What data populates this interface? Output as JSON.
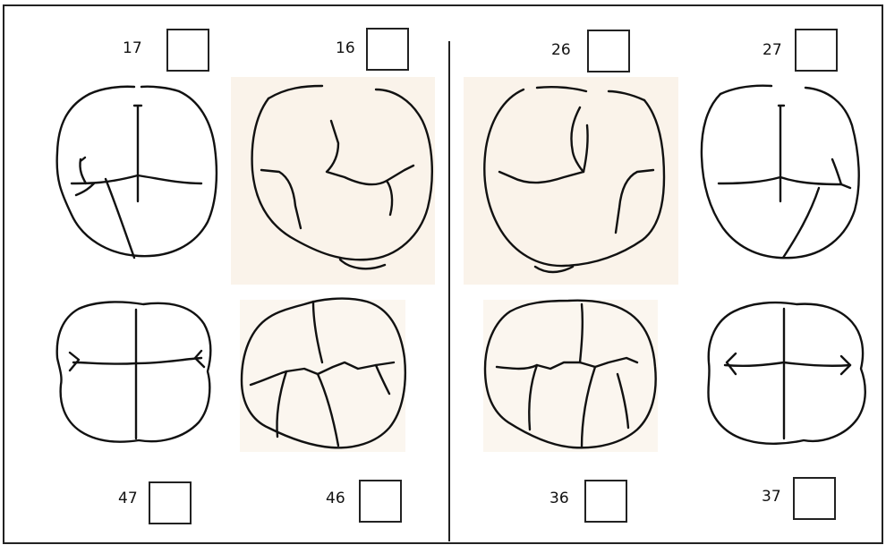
{
  "teeth": [
    {
      "id": "t17",
      "label": "17"
    },
    {
      "id": "t16",
      "label": "16"
    },
    {
      "id": "t26",
      "label": "26"
    },
    {
      "id": "t27",
      "label": "27"
    },
    {
      "id": "t47",
      "label": "47"
    },
    {
      "id": "t46",
      "label": "46"
    },
    {
      "id": "t36",
      "label": "36"
    },
    {
      "id": "t37",
      "label": "37"
    }
  ],
  "colors": {
    "line": "#111111",
    "frame": "#222222",
    "watermark": "#f3e6d2"
  }
}
